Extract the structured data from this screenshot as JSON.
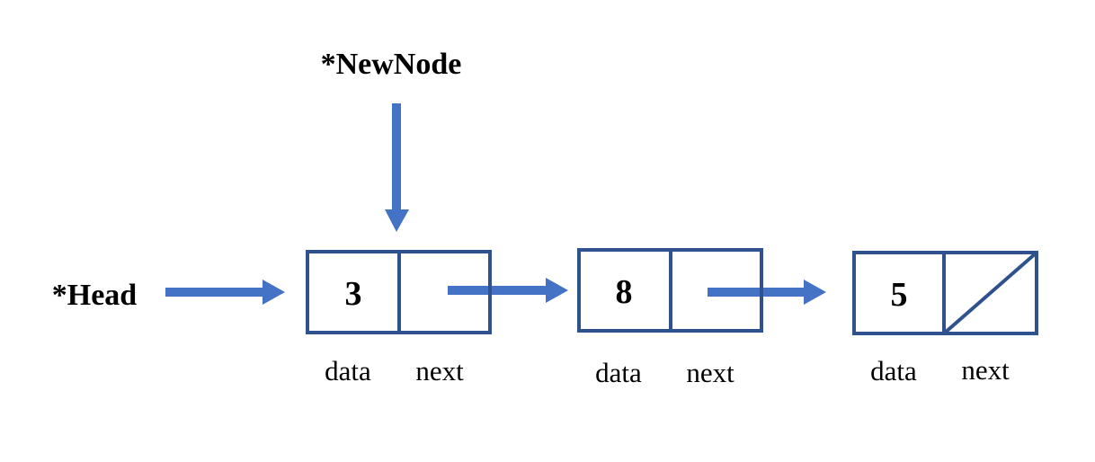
{
  "labels": {
    "new_node": "*NewNode",
    "head": "*Head"
  },
  "nodes": [
    {
      "value": "3",
      "data_label": "data",
      "next_label": "next",
      "next_is_null": false
    },
    {
      "value": "8",
      "data_label": "data",
      "next_label": "next",
      "next_is_null": false
    },
    {
      "value": "5",
      "data_label": "data",
      "next_label": "next",
      "next_is_null": true
    }
  ],
  "colors": {
    "arrow": "#4472C4",
    "box_border": "#2F528F",
    "text": "#000000"
  }
}
